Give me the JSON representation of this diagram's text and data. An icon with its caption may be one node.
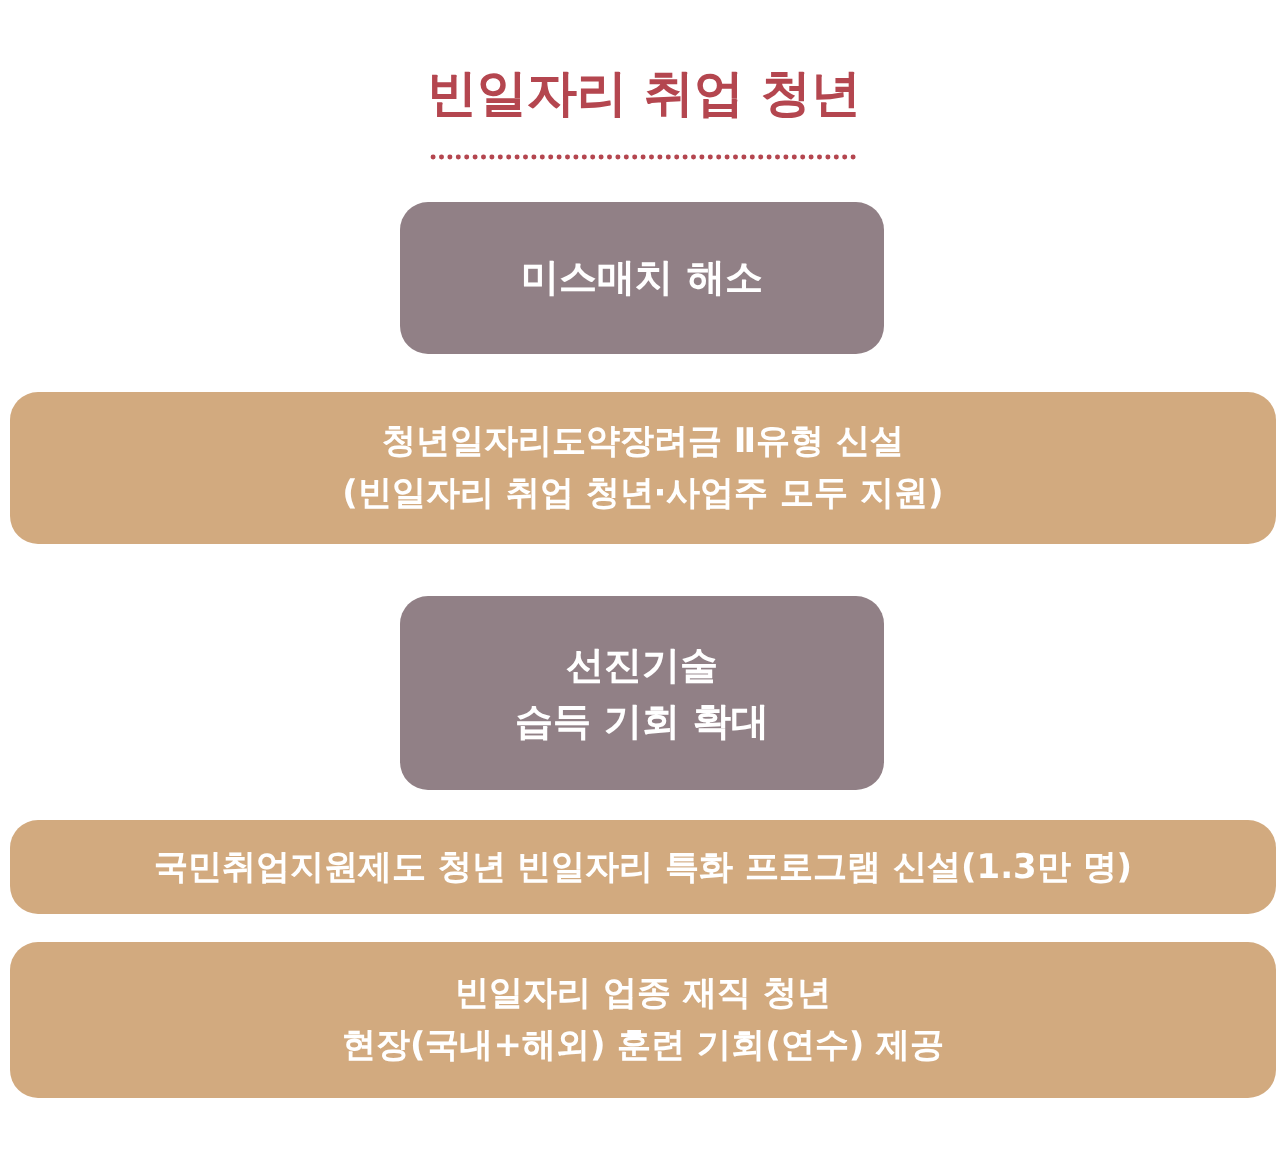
{
  "diagram": {
    "title": "빈일자리 취업 청년",
    "nodes": [
      {
        "text": [
          "미스매치 해소"
        ]
      },
      {
        "text": [
          "청년일자리도약장려금 Ⅱ유형 신설 (빈일자리 취업 청년·사업주 모두 지원)"
        ]
      },
      {
        "text": [
          "선진기술 습득 기회 확대"
        ]
      },
      {
        "text": [
          "국민취업지원제도 청년 빈일자리 특화 프로그램 신설(1.3만 명)"
        ]
      },
      {
        "text": [
          "빈일자리 업종 재직 청년 현장(국내+해외) 훈련 기회(연수) 제공"
        ]
      }
    ]
  }
}
